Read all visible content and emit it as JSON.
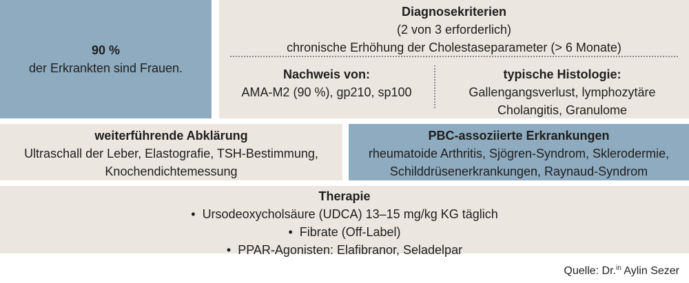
{
  "stat": {
    "value": "90 %",
    "text": "der Erkrankten sind Frauen."
  },
  "diagnostic": {
    "title": "Diagnosekriterien",
    "subtitle": "(2 von 3 erforderlich)",
    "criterion": "chronische Erhöhung der Cholestaseparameter (> 6 Monate)",
    "evidence": {
      "title": "Nachweis von:",
      "text": "AMA-M2 (90 %), gp210, sp100"
    },
    "histology": {
      "title": "typische Histologie:",
      "lines": [
        "Gallengangsverlust, lymphozytäre",
        "Cholangitis, Granulome"
      ]
    }
  },
  "further_workup": {
    "title": "weiterführende Abklärung",
    "lines": [
      "Ultraschall der Leber, Elastografie, TSH-Bestimmung,",
      "Knochendichtemessung"
    ]
  },
  "pbc_associated": {
    "title": "PBC-assoziierte Erkrankungen",
    "lines": [
      "rheumatoide Arthritis, Sjögren-Syndrom, Sklerodermie,",
      "Schilddrüsenerkrankungen, Raynaud-Syndrom"
    ]
  },
  "therapy": {
    "title": "Therapie",
    "items": [
      "Ursodeoxycholsäure (UDCA) 13–15 mg/kg KG täglich",
      "Fibrate (Off-Label)",
      "PPAR-Agonisten: Elafibranor, Seladelpar"
    ]
  },
  "source": {
    "prefix": "Quelle: Dr.",
    "superscript": "in",
    "name": " Aylin Sezer"
  },
  "colors": {
    "beige": "#ebe6e0",
    "blue": "#8eabbf"
  }
}
